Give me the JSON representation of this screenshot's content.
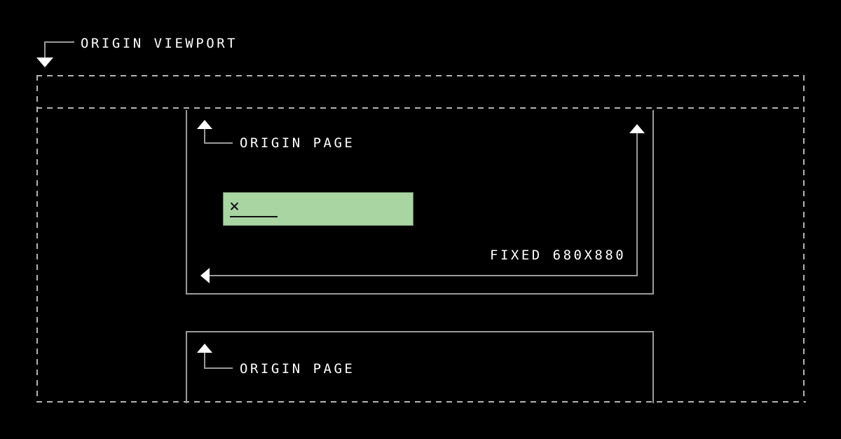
{
  "colors": {
    "background": "#000000",
    "text": "#ffffff",
    "solid_line": "#9a9a9a",
    "dashed_line": "#b4b4b4",
    "arrowhead": "#ffffff",
    "highlight_fill": "#a8d5a2",
    "mark": "#111111"
  },
  "labels": {
    "viewport_origin": "ORIGIN VIEWPORT",
    "page_origin_top": "ORIGIN PAGE",
    "page_origin_bottom": "ORIGIN PAGE",
    "fixed_size": "FIXED 680X880",
    "click_mark": "×"
  },
  "icons": {
    "down_arrowhead": "filled triangle pointing down",
    "up_arrowhead": "filled triangle pointing up",
    "left_arrowhead": "filled triangle pointing left"
  }
}
